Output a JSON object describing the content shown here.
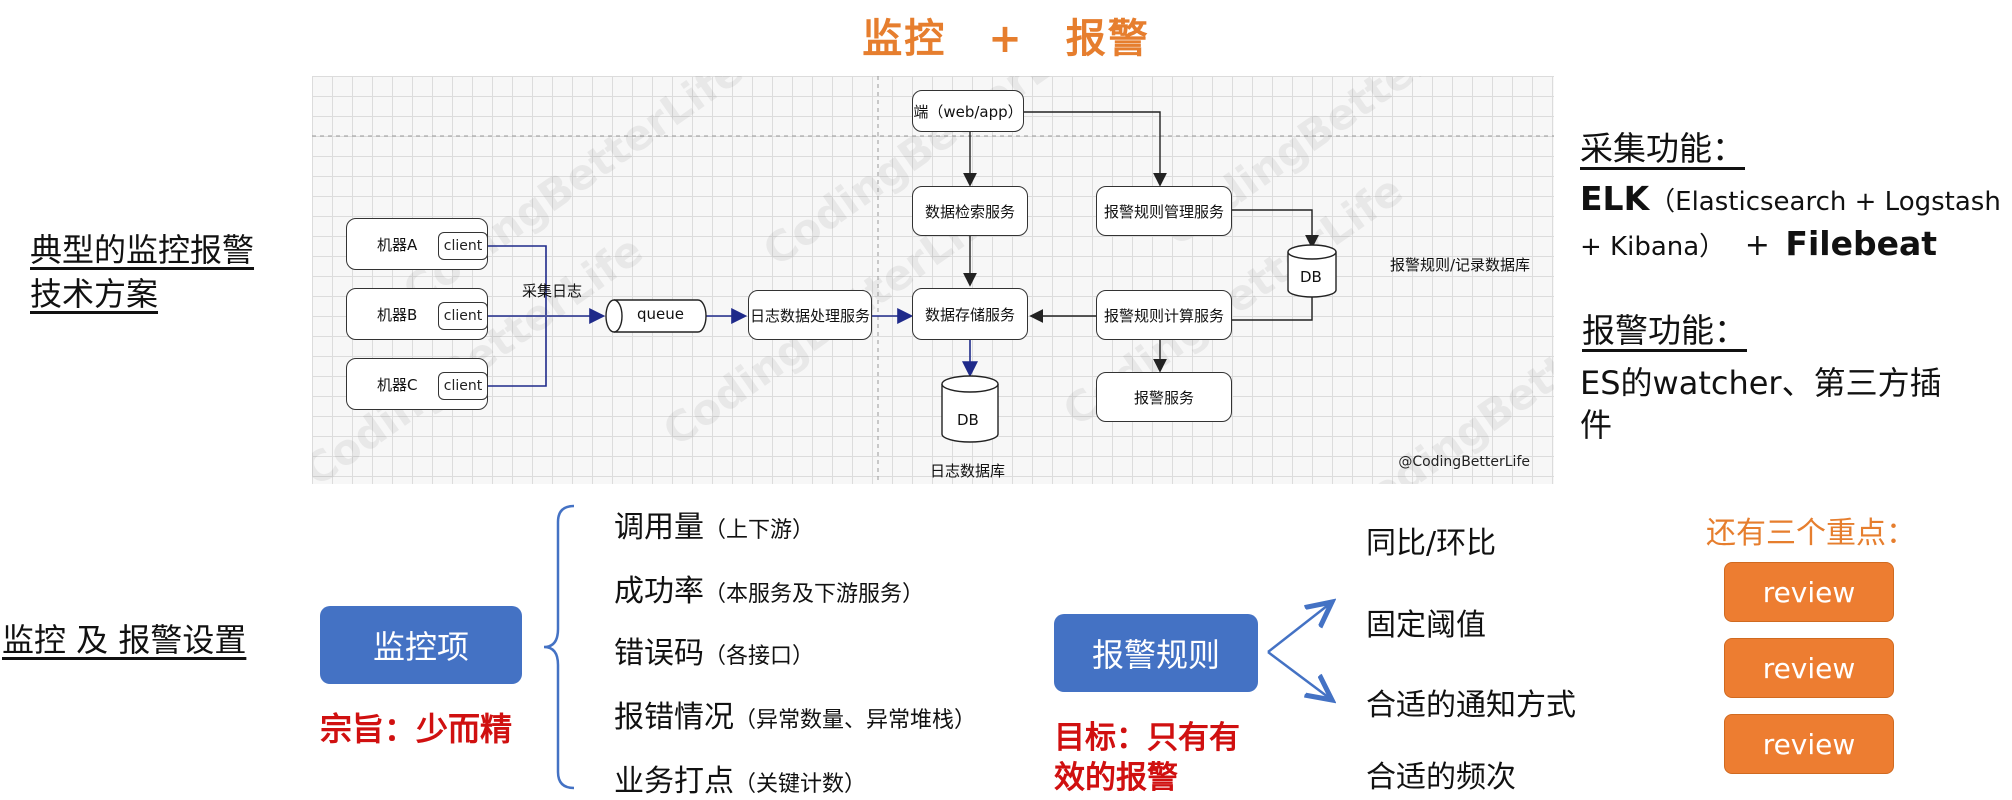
{
  "title": "监控　+　报警",
  "left": {
    "heading1_line1": "典型的监控报警",
    "heading1_line2": "技术方案",
    "heading2": "监控 及 报警设置"
  },
  "diagram": {
    "machines": [
      "机器A",
      "机器B",
      "机器C"
    ],
    "client_label": "client",
    "collect_label": "采集日志",
    "queue": "queue",
    "log_service": "日志数据处理服务",
    "endpoint": "端（web/app）",
    "search_service": "数据检索服务",
    "storage_service": "数据存储服务",
    "db_label": "DB",
    "log_db_label": "日志数据库",
    "rule_mgmt": "报警规则管理服务",
    "rule_calc": "报警规则计算服务",
    "alert_service": "报警服务",
    "rule_db_label": "报警规则/记录数据库",
    "watermark": "CodingBetterLife",
    "tag": "@CodingBetterLife"
  },
  "right": {
    "collect_title": "采集功能：",
    "elk": "ELK",
    "elk_detail1": "（Elasticsearch + Logstash",
    "elk_detail2": "+ Kibana）",
    "plus": "+",
    "filebeat": "Filebeat",
    "alert_title": "报警功能：",
    "alert_line1": "ES的watcher、第三方插",
    "alert_line2": "件"
  },
  "bottom": {
    "monitor_item": "监控项",
    "monitor_purpose": "宗旨：少而精",
    "items": [
      {
        "main": "调用量",
        "sub": "（上下游）"
      },
      {
        "main": "成功率",
        "sub": "（本服务及下游服务）"
      },
      {
        "main": "错误码",
        "sub": "（各接口）"
      },
      {
        "main": "报错情况",
        "sub": "（异常数量、异常堆栈）"
      },
      {
        "main": "业务打点",
        "sub": "（关键计数）"
      }
    ],
    "alert_rule": "报警规则",
    "alert_goal_line1": "目标：只有有",
    "alert_goal_line2": "效的报警",
    "rules": [
      "同比/环比",
      "固定阈值",
      "合适的通知方式",
      "合适的频次"
    ],
    "key_points_title": "还有三个重点：",
    "review_buttons": [
      "review",
      "review",
      "review"
    ]
  },
  "colors": {
    "accent_orange": "#e67e2e",
    "button_blue": "#4472c4",
    "button_orange": "#ed7d31",
    "red": "#d01010"
  }
}
